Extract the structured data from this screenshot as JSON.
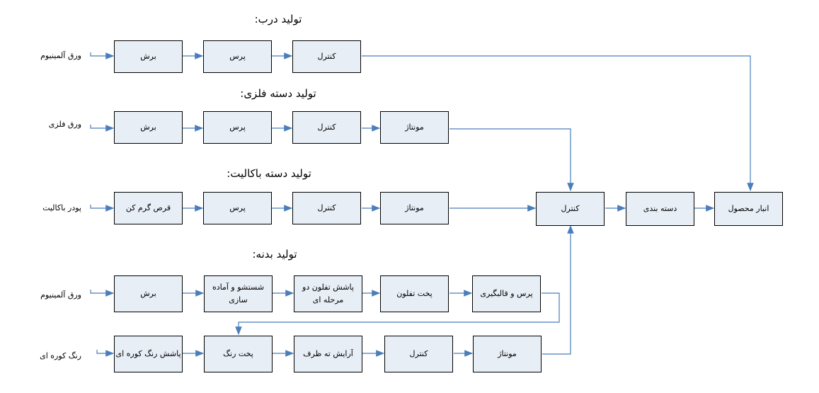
{
  "sections": [
    {
      "title": "تولید درب:",
      "input": "ورق آلمینیوم",
      "steps": [
        "برش",
        "پرس",
        "کنترل"
      ]
    },
    {
      "title": "تولید دسته فلزی:",
      "input": "ورق فلزی",
      "steps": [
        "برش",
        "پرس",
        "کنترل",
        "مونتاژ"
      ]
    },
    {
      "title": "تولید دسته باکالیت:",
      "input": "پودر باکالیت",
      "steps": [
        "قرص گرم کن",
        "پرس",
        "کنترل",
        "مونتاژ"
      ]
    },
    {
      "title": "تولید بدنه:",
      "input": "ورق آلمینیوم",
      "steps": [
        "برش",
        "شستشو و آماده سازی",
        "پاشش تفلون دو مرحله ای",
        "پخت تفلون",
        "پرس و قالبگیری"
      ]
    },
    {
      "title": "",
      "input": "رنگ کوره ای",
      "steps": [
        "پاشش رنگ کوره ای",
        "پخت رنگ",
        "آرایش ته ظرف",
        "کنترل",
        "مونتاژ"
      ]
    }
  ],
  "final": [
    "کنترل",
    "دسته بندی",
    "انبار محصول"
  ],
  "colors": {
    "box_fill": "#e8eef6",
    "arrow": "#4a7ebb"
  }
}
